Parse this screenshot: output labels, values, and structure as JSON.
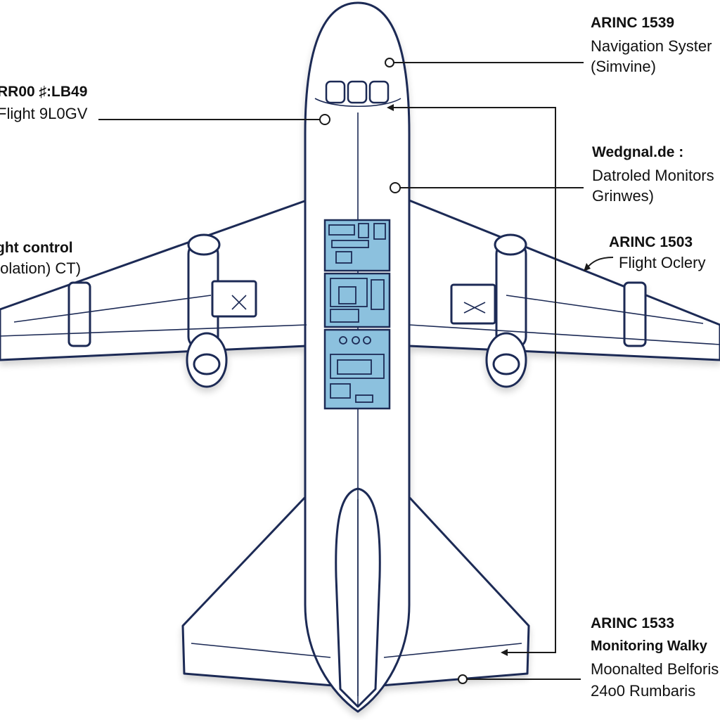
{
  "colors": {
    "outline": "#1c2a55",
    "fill": "#ffffff",
    "panel": "#8cc1de",
    "panel_stroke": "#1c2a55",
    "leader": "#1a1a1a"
  },
  "callouts": {
    "top_left": {
      "title": "RR00 ♯:LB49",
      "line1": "Flight 9L0GV"
    },
    "mid_left": {
      "title": "ght control",
      "line1": "Iolation) CT)"
    },
    "top_right": {
      "title": "ARINC 1539",
      "line1": "Navigation Syster",
      "line2": "(Simvine)"
    },
    "upper_right": {
      "title": "Wedgnal.de :",
      "line1": "Datroled Monitors",
      "line2": "Grinwes)"
    },
    "mid_right": {
      "title": "ARINC 1503",
      "line1": "Flight Oclery"
    },
    "bottom_right": {
      "title": "ARINC 1533",
      "line2_bold": "Monitoring Walky",
      "line3": "Moonalted Belforis",
      "line4": "24o0 Rumbaris"
    }
  }
}
